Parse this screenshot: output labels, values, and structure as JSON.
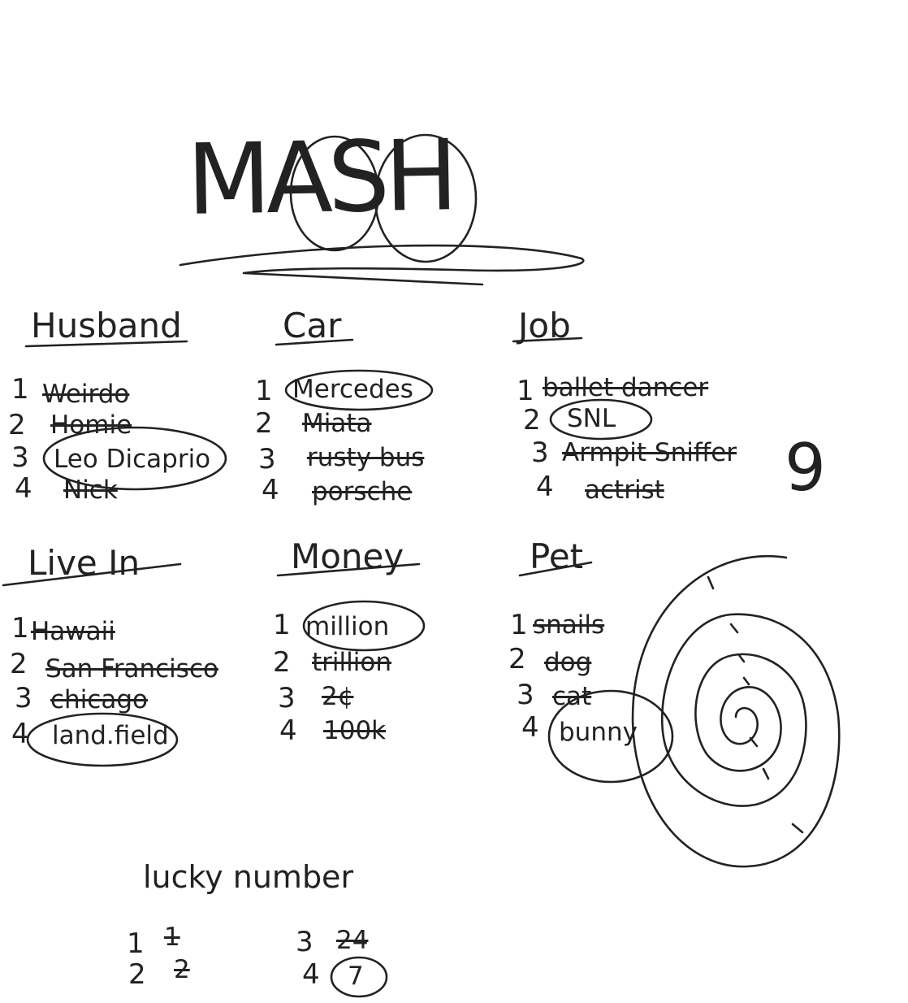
{
  "title": "MASH",
  "categories": [
    {
      "heading": "Husband",
      "items": [
        {
          "n": "1",
          "text": "Weirdo",
          "status": "crossed"
        },
        {
          "n": "2",
          "text": "Homie",
          "status": "crossed"
        },
        {
          "n": "3",
          "text": "Leo Dicaprio",
          "status": "circled"
        },
        {
          "n": "4",
          "text": "Nick",
          "status": "crossed"
        }
      ]
    },
    {
      "heading": "Car",
      "items": [
        {
          "n": "1",
          "text": "Mercedes",
          "status": "circled"
        },
        {
          "n": "2",
          "text": "Miata",
          "status": "crossed"
        },
        {
          "n": "3",
          "text": "rusty bus",
          "status": "crossed"
        },
        {
          "n": "4",
          "text": "porsche",
          "status": "crossed"
        }
      ]
    },
    {
      "heading": "Job",
      "items": [
        {
          "n": "1",
          "text": "ballet dancer",
          "status": "crossed"
        },
        {
          "n": "2",
          "text": "SNL",
          "status": "circled"
        },
        {
          "n": "3",
          "text": "Armpit Sniffer",
          "status": "crossed"
        },
        {
          "n": "4",
          "text": "actrist",
          "status": "crossed"
        }
      ]
    },
    {
      "heading": "Live In",
      "items": [
        {
          "n": "1",
          "text": "Hawaii",
          "status": "crossed"
        },
        {
          "n": "2",
          "text": "San Francisco",
          "status": "crossed"
        },
        {
          "n": "3",
          "text": "chicago",
          "status": "crossed"
        },
        {
          "n": "4",
          "text": "land.field",
          "status": "circled"
        }
      ]
    },
    {
      "heading": "Money",
      "items": [
        {
          "n": "1",
          "text": "million",
          "status": "circled"
        },
        {
          "n": "2",
          "text": "trillion",
          "status": "crossed"
        },
        {
          "n": "3",
          "text": "2¢",
          "status": "crossed"
        },
        {
          "n": "4",
          "text": "100k",
          "status": "crossed"
        }
      ]
    },
    {
      "heading": "Pet",
      "items": [
        {
          "n": "1",
          "text": "snails",
          "status": "crossed"
        },
        {
          "n": "2",
          "text": "dog",
          "status": "crossed"
        },
        {
          "n": "3",
          "text": "cat",
          "status": "crossed"
        },
        {
          "n": "4",
          "text": "bunny",
          "status": "circled"
        }
      ]
    }
  ],
  "lucky_number": {
    "heading": "lucky number",
    "items": [
      {
        "n": "1",
        "text": "1",
        "status": "crossed"
      },
      {
        "n": "2",
        "text": "2",
        "status": "crossed"
      },
      {
        "n": "3",
        "text": "24",
        "status": "crossed"
      },
      {
        "n": "4",
        "text": "7",
        "status": "circled"
      }
    ]
  },
  "spiral_count": "9"
}
